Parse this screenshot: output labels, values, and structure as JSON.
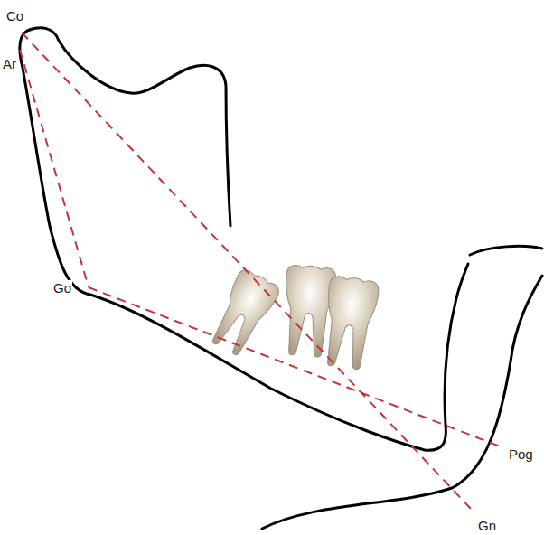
{
  "diagram": {
    "labels": [
      "Co",
      "Ar",
      "Go",
      "Pog",
      "Gn"
    ]
  }
}
